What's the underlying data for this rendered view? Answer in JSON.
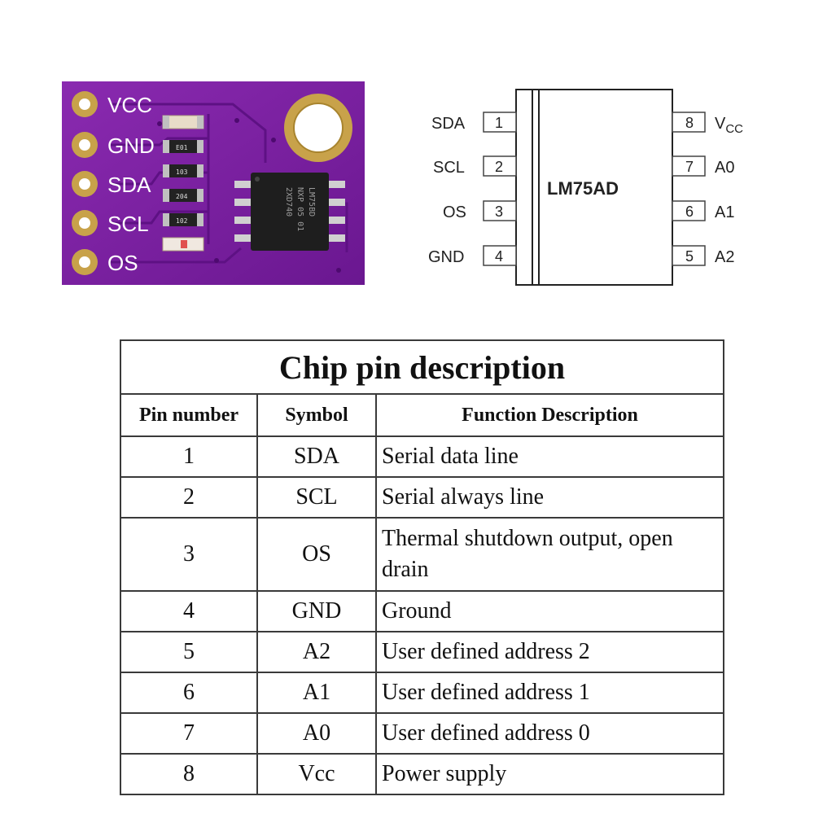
{
  "pcb": {
    "pin_labels": [
      "VCC",
      "GND",
      "SDA",
      "SCL",
      "OS"
    ],
    "chip_marking": [
      "LM75BD",
      "NXP 05 01",
      "2XD740"
    ],
    "component_marks": [
      "E01",
      "103",
      "204",
      "102"
    ],
    "colors": {
      "board": "#7a1fa0",
      "pad": "#c8a24a",
      "chip": "#1e1e1e"
    }
  },
  "schematic": {
    "chip_name": "LM75AD",
    "left_pins": [
      {
        "label": "SDA",
        "num": "1"
      },
      {
        "label": "SCL",
        "num": "2"
      },
      {
        "label": "OS",
        "num": "3"
      },
      {
        "label": "GND",
        "num": "4"
      }
    ],
    "right_pins": [
      {
        "label": "V",
        "sub": "CC",
        "num": "8"
      },
      {
        "label": "A0",
        "num": "7"
      },
      {
        "label": "A1",
        "num": "6"
      },
      {
        "label": "A2",
        "num": "5"
      }
    ]
  },
  "table": {
    "title": "Chip pin description",
    "headers": [
      "Pin number",
      "Symbol",
      "Function Description"
    ],
    "rows": [
      {
        "pin": "1",
        "symbol": "SDA",
        "desc": "Serial data line"
      },
      {
        "pin": "2",
        "symbol": "SCL",
        "desc": "Serial always line"
      },
      {
        "pin": "3",
        "symbol": "OS",
        "desc": "Thermal shutdown output, open drain"
      },
      {
        "pin": "4",
        "symbol": "GND",
        "desc": "Ground"
      },
      {
        "pin": "5",
        "symbol": "A2",
        "desc": "User defined address 2"
      },
      {
        "pin": "6",
        "symbol": "A1",
        "desc": "User defined address 1"
      },
      {
        "pin": "7",
        "symbol": "A0",
        "desc": "User defined address 0"
      },
      {
        "pin": "8",
        "symbol": "Vcc",
        "desc": "Power supply"
      }
    ]
  }
}
